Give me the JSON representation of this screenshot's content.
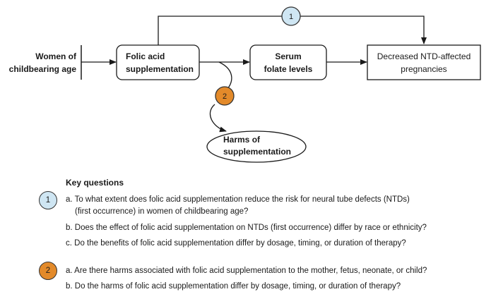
{
  "diagram": {
    "population_label_line1": "Women of",
    "population_label_line2": "childbearing age",
    "intervention_line1": "Folic acid",
    "intervention_line2": "supplementation",
    "intermediate_line1": "Serum",
    "intermediate_line2": "folate levels",
    "outcome_line1": "Decreased NTD-affected",
    "outcome_line2": "pregnancies",
    "harms_line1": "Harms of",
    "harms_line2": "supplementation",
    "kq1_marker": "1",
    "kq2_marker": "2"
  },
  "key_questions": {
    "title": "Key questions",
    "groups": [
      {
        "number": "1",
        "color": "#cfe6f3",
        "items": [
          "a. To what extent does folic acid supplementation reduce the risk for neural tube defects (NTDs)",
          "(first occurrence) in women of childbearing age?",
          "b. Does the effect of folic acid supplementation on NTDs (first occurrence) differ by race or ethnicity?",
          "c. Do the benefits of folic acid supplementation differ by dosage, timing, or duration of therapy?"
        ]
      },
      {
        "number": "2",
        "color": "#e38a2a",
        "items": [
          "a. Are there harms associated with folic acid supplementation to the mother, fetus, neonate, or child?",
          "b. Do the harms of folic acid supplementation differ by dosage, timing, or duration of therapy?"
        ]
      }
    ]
  }
}
